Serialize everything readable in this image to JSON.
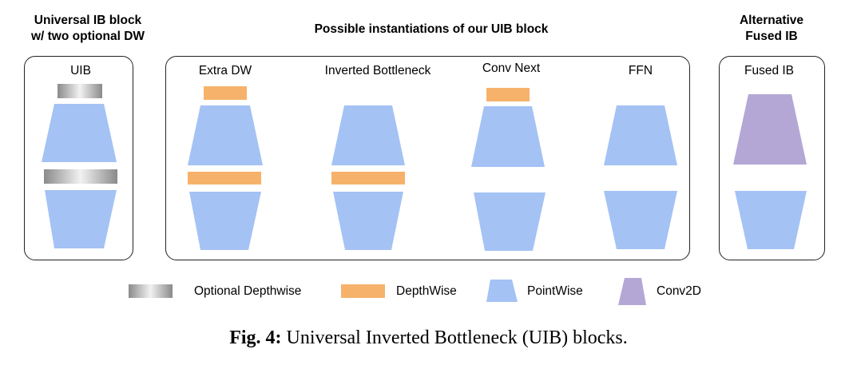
{
  "headers": {
    "left": [
      "Universal IB block",
      "w/ two optional DW"
    ],
    "middle": "Possible instantiations of our UIB block",
    "right": [
      "Alternative",
      "Fused IB"
    ]
  },
  "blocks": {
    "uib": "UIB",
    "extra_dw": "Extra DW",
    "inverted_bottleneck": "Inverted Bottleneck",
    "conv_next": "Conv Next",
    "ffn": "FFN",
    "fused_ib": "Fused IB"
  },
  "legend": {
    "optional_depthwise": "Optional Depthwise",
    "depthwise": "DepthWise",
    "pointwise": "PointWise",
    "conv2d": "Conv2D"
  },
  "caption": {
    "label": "Fig. 4:",
    "text": "Universal Inverted Bottleneck (UIB) blocks."
  },
  "colors": {
    "pointwise": "#a4c2f4",
    "depthwise": "#f6b26b",
    "conv2d": "#b4a7d6",
    "optional_depthwise": "#999999"
  }
}
